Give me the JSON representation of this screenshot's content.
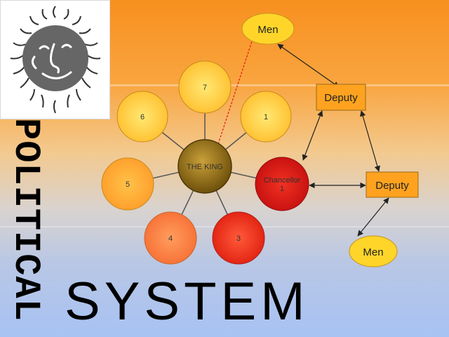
{
  "title_vertical": "POLITICAL",
  "title_main": "SYSTEM",
  "king": "THE KING",
  "circles": [
    "7",
    "1",
    "6",
    "5",
    "4",
    "3"
  ],
  "chancellor": "Chancellor 1",
  "chancellor_lines": [
    "Chancellor",
    "1"
  ],
  "deputy_top": "Deputy",
  "deputy_bottom": "Deputy",
  "men_top": "Men",
  "men_bottom": "Men",
  "colors": {
    "orange_circle": "#ffad33",
    "yellow_circle": "#ffd84a",
    "red_circle": "#e32020",
    "king": "#8b6a10",
    "box": "#ffa21f",
    "men": "#ffd52a"
  }
}
